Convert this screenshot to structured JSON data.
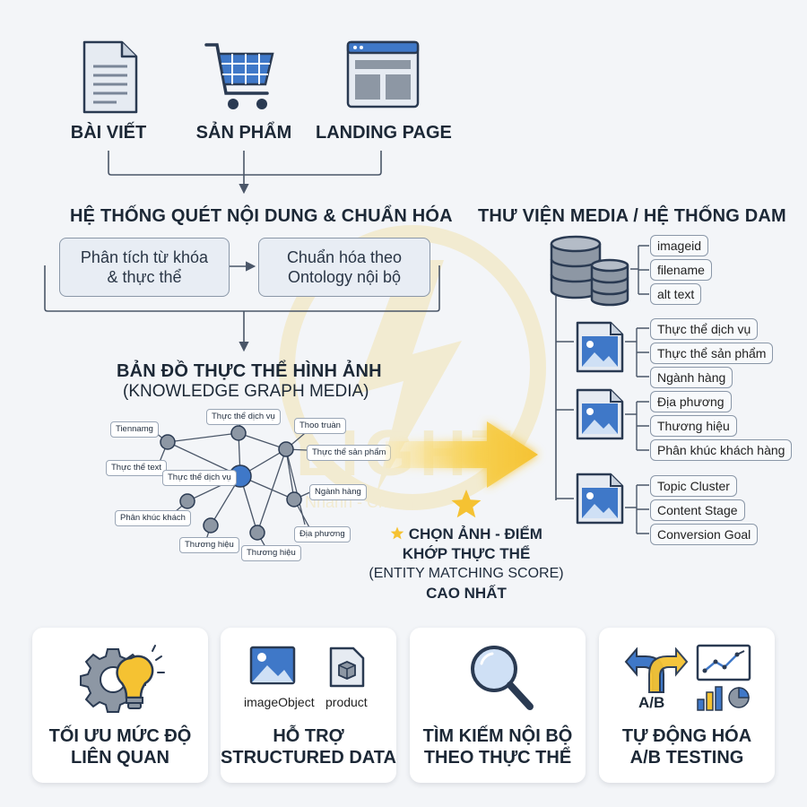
{
  "sources": {
    "article": "BÀI VIẾT",
    "product": "SẢN PHẨM",
    "landing": "LANDING PAGE"
  },
  "scan_system": {
    "title": "HỆ THỐNG QUÉT NỘI DUNG & CHUẨN HÓA",
    "box1_line1": "Phân tích từ khóa",
    "box1_line2": "& thực thể",
    "box2_line1": "Chuẩn hóa theo",
    "box2_line2": "Ontology nội bộ"
  },
  "knowledge_graph": {
    "title": "BẢN ĐỒ THỰC THỂ HÌNH ẢNH",
    "subtitle": "(KNOWLEDGE GRAPH MEDIA)",
    "labels": {
      "tiennamg": "Tiennamg",
      "dich_vu_top": "Thực thể dịch vụ",
      "thoo_truan": "Thoo truàn",
      "san_pham": "Thực thể sản phẩm",
      "thuc_the_text": "Thực thể text",
      "dich_vu_center": "Thực thể dịch vụ",
      "nganh_hang": "Ngành hàng",
      "phan_khuc": "Phân khúc khách",
      "dia_phuong": "Địa phương",
      "thuong_hieu_1": "Thương hiệu",
      "thuong_hieu_2": "Thương hiệu"
    }
  },
  "selection": {
    "line1": "CHỌN ẢNH - ĐIỂM",
    "line2": "KHỚP THỰC THỂ",
    "line3": "(ENTITY MATCHING SCORE)",
    "line4": "CAO NHẤT"
  },
  "media_library": {
    "title": "THƯ VIỆN MEDIA / HỆ THỐNG DAM",
    "db_fields": [
      "imageid",
      "filename",
      "alt text"
    ],
    "entity_tags": [
      "Thực thể dịch vụ",
      "Thực thể sản phẩm",
      "Ngành hàng",
      "Địa phương",
      "Thương hiệu",
      "Phân khúc khách hàng"
    ],
    "funnel_tags": [
      "Topic Cluster",
      "Content Stage",
      "Conversion Goal"
    ]
  },
  "benefits": {
    "relevance_line1": "TỐI ƯU MỨC ĐỘ",
    "relevance_line2": "LIÊN QUAN",
    "structured_line1": "HỖ TRỢ",
    "structured_line2": "STRUCTURED DATA",
    "structured_caption1": "imageObject",
    "structured_caption2": "product",
    "search_line1": "TÌM KIẾM NỘI BỘ",
    "search_line2": "THEO THỰC THỂ",
    "ab_line1": "TỰ ĐỘNG HÓA",
    "ab_line2": "A/B TESTING",
    "ab_icon_label": "A/B"
  },
  "watermark": {
    "text": "LIGHT",
    "subtext": "Nhanh - Chuẩn"
  },
  "colors": {
    "accent_blue": "#3f78c8",
    "navy": "#2a3a52",
    "arrow_yellow": "#f5c232",
    "node_gray": "#8d97a4",
    "line_gray": "#4a5668"
  }
}
